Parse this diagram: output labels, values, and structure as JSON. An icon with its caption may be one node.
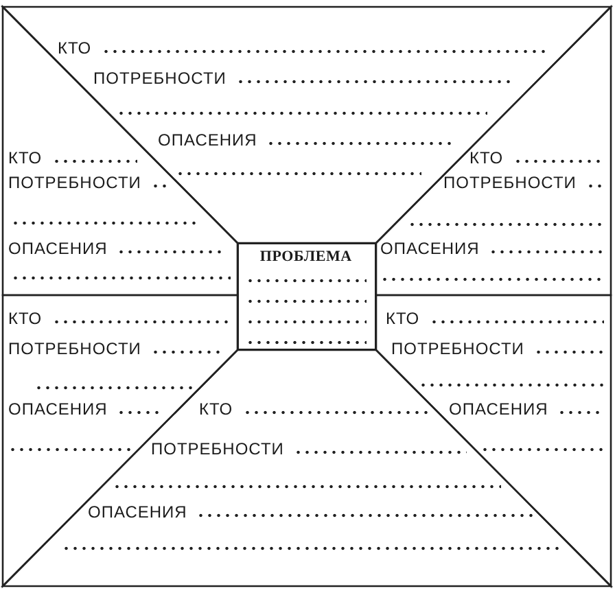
{
  "diagram": {
    "nodes": [
      {
        "text": [
          "КТО",
          "ПОТРЕБНОСТИ",
          "ОПАСЕНИЯ"
        ]
      },
      {
        "text": [
          "КТО",
          "ПОТРЕБНОСТИ",
          "ОПАСЕНИЯ"
        ]
      },
      {
        "text": [
          "КТО",
          "ПОТРЕБНОСТИ",
          "ОПАСЕНИЯ"
        ]
      },
      {
        "text": [
          "ПРОБЛЕМА"
        ]
      },
      {
        "text": [
          "КТО",
          "ПОТРЕБНОСТИ",
          "ОПАСЕНИЯ"
        ]
      },
      {
        "text": [
          "КТО",
          "ПОТРЕБНОСТИ",
          "ОПАСЕНИЯ"
        ]
      },
      {
        "text": [
          "КТО",
          "ПОТРЕБНОСТИ",
          "ОПАСЕНИЯ"
        ]
      }
    ]
  }
}
